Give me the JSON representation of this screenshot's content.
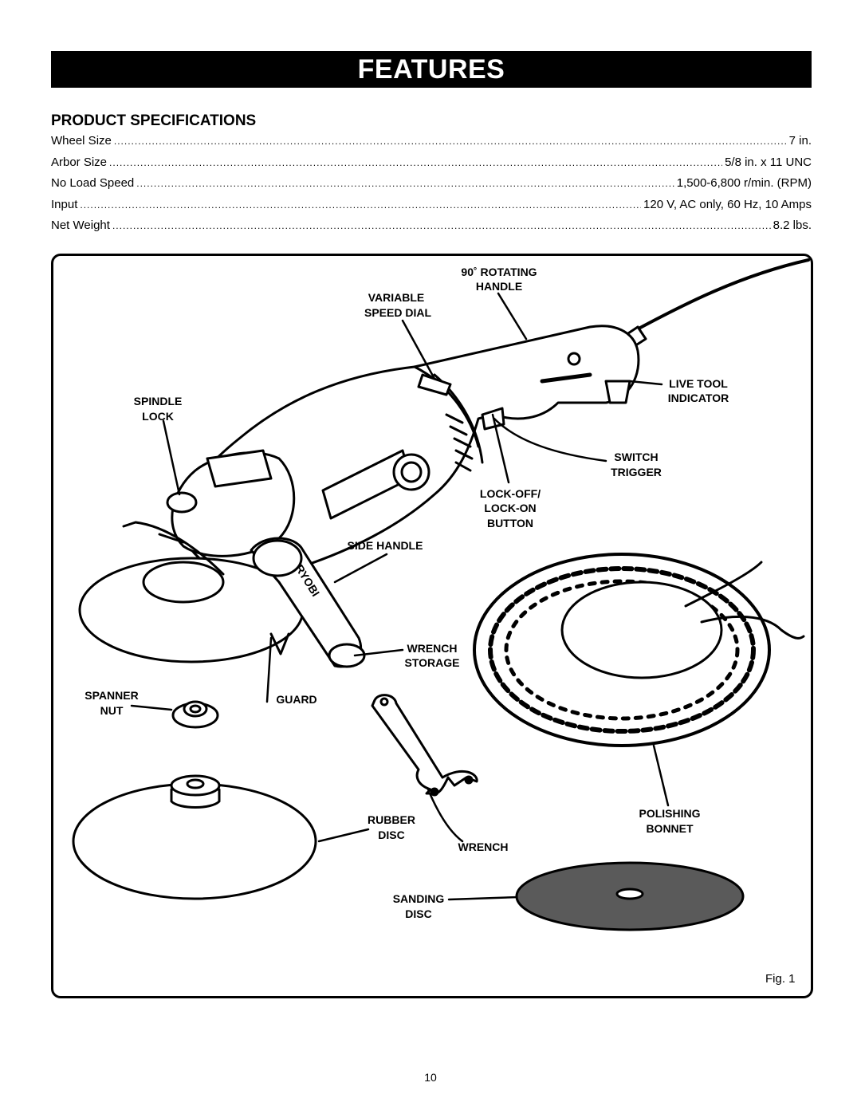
{
  "banner": {
    "title": "FEATURES"
  },
  "specs": {
    "title": "PRODUCT SPECIFICATIONS",
    "rows": [
      {
        "name": "Wheel Size",
        "value": "7 in."
      },
      {
        "name": "Arbor Size",
        "value": "5/8 in. x 11 UNC"
      },
      {
        "name": "No Load Speed",
        "value": "1,500-6,800 r/min. (RPM)"
      },
      {
        "name": "Input",
        "value": "120 V, AC only, 60 Hz, 10 Amps"
      },
      {
        "name": "Net Weight",
        "value": "8.2 lbs."
      }
    ]
  },
  "figure": {
    "labels": {
      "rotating_handle_1": "90˚ ROTATING",
      "rotating_handle_2": "HANDLE",
      "variable_1": "VARIABLE",
      "variable_2": "SPEED DIAL",
      "spindle_1": "SPINDLE",
      "spindle_2": "LOCK",
      "live_tool_1": "LIVE TOOL",
      "live_tool_2": "INDICATOR",
      "switch_1": "SWITCH",
      "switch_2": "TRIGGER",
      "lock_1": "LOCK-OFF/",
      "lock_2": "LOCK-ON",
      "lock_3": "BUTTON",
      "side_handle": "SIDE HANDLE",
      "wrench_storage_1": "WRENCH",
      "wrench_storage_2": "STORAGE",
      "spanner_1": "SPANNER",
      "spanner_2": "NUT",
      "guard": "GUARD",
      "rubber_1": "RUBBER",
      "rubber_2": "DISC",
      "wrench": "WRENCH",
      "polishing_1": "POLISHING",
      "polishing_2": "BONNET",
      "sanding_1": "SANDING",
      "sanding_2": "DISC",
      "brand": "RYOBI"
    },
    "caption": "Fig. 1"
  },
  "page_number": "10"
}
